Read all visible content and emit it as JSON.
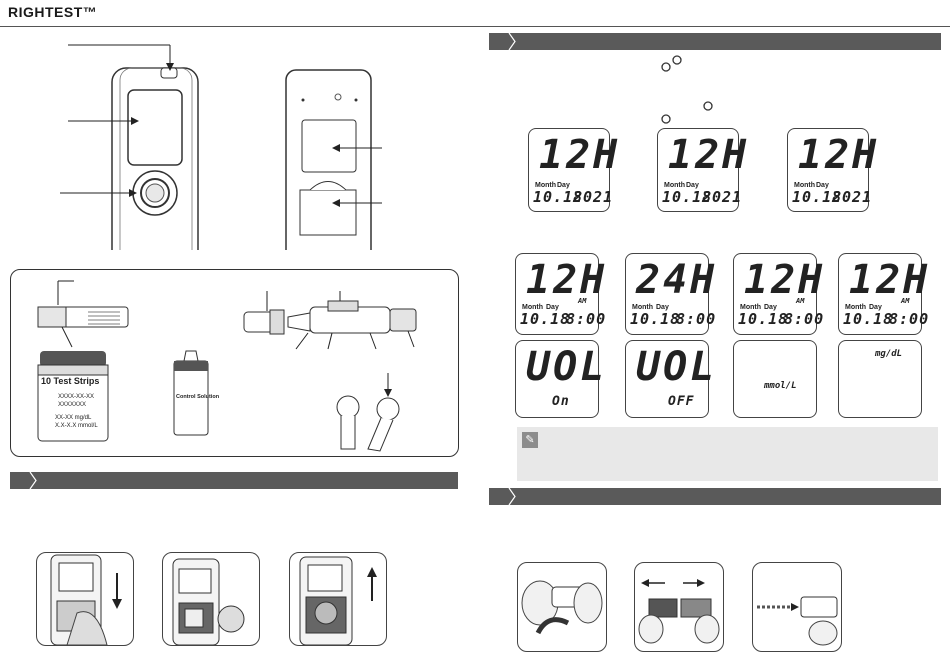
{
  "brand": {
    "name": "RIGHTEST™"
  },
  "colors": {
    "banner": "#5a5a5a",
    "note_bg": "#e8e8e8",
    "lcd_border": "#444444"
  },
  "icons": [
    "meter-front",
    "meter-back",
    "test-strip",
    "lancing-device",
    "strip-vial",
    "control-solution",
    "lancet",
    "note-icon"
  ],
  "vial": {
    "title": "10 Test Strips",
    "code1": "XXXX-XX-XX",
    "code2": "XXXXXXX",
    "range1": "XX-XX mg/dL",
    "range2": "X.X-X.X mmol/L"
  },
  "bottle": {
    "label": "Control Solution"
  },
  "lcd_top": [
    {
      "big": "12H",
      "month": "Month",
      "day": "Day",
      "date": "10.18",
      "year": "2021"
    },
    {
      "big": "12H",
      "month": "Month",
      "day": "Day",
      "date": "10.18",
      "year": "2021"
    },
    {
      "big": "12H",
      "month": "Month",
      "day": "Day",
      "date": "10.18",
      "year": "2021"
    }
  ],
  "lcd_row2": [
    {
      "big": "12H",
      "month": "Month",
      "day": "Day",
      "date": "10.18",
      "time": "8:00",
      "ampm": "AM"
    },
    {
      "big": "24H",
      "month": "Month",
      "day": "Day",
      "date": "10.18",
      "time": "8:00",
      "ampm": ""
    },
    {
      "big": "12H",
      "month": "Month",
      "day": "Day",
      "date": "10.18",
      "time": "8:00",
      "ampm": "AM"
    },
    {
      "big": "12H",
      "month": "Month",
      "day": "Day",
      "date": "10.18",
      "time": "8:00",
      "ampm": "AM"
    }
  ],
  "lcd_row3": [
    {
      "big": "UOL",
      "sub": "On"
    },
    {
      "big": "UOL",
      "sub": "OFF"
    },
    {
      "big": "",
      "sub": "mmol/L"
    },
    {
      "big": "",
      "sub": "mg/dL"
    }
  ]
}
